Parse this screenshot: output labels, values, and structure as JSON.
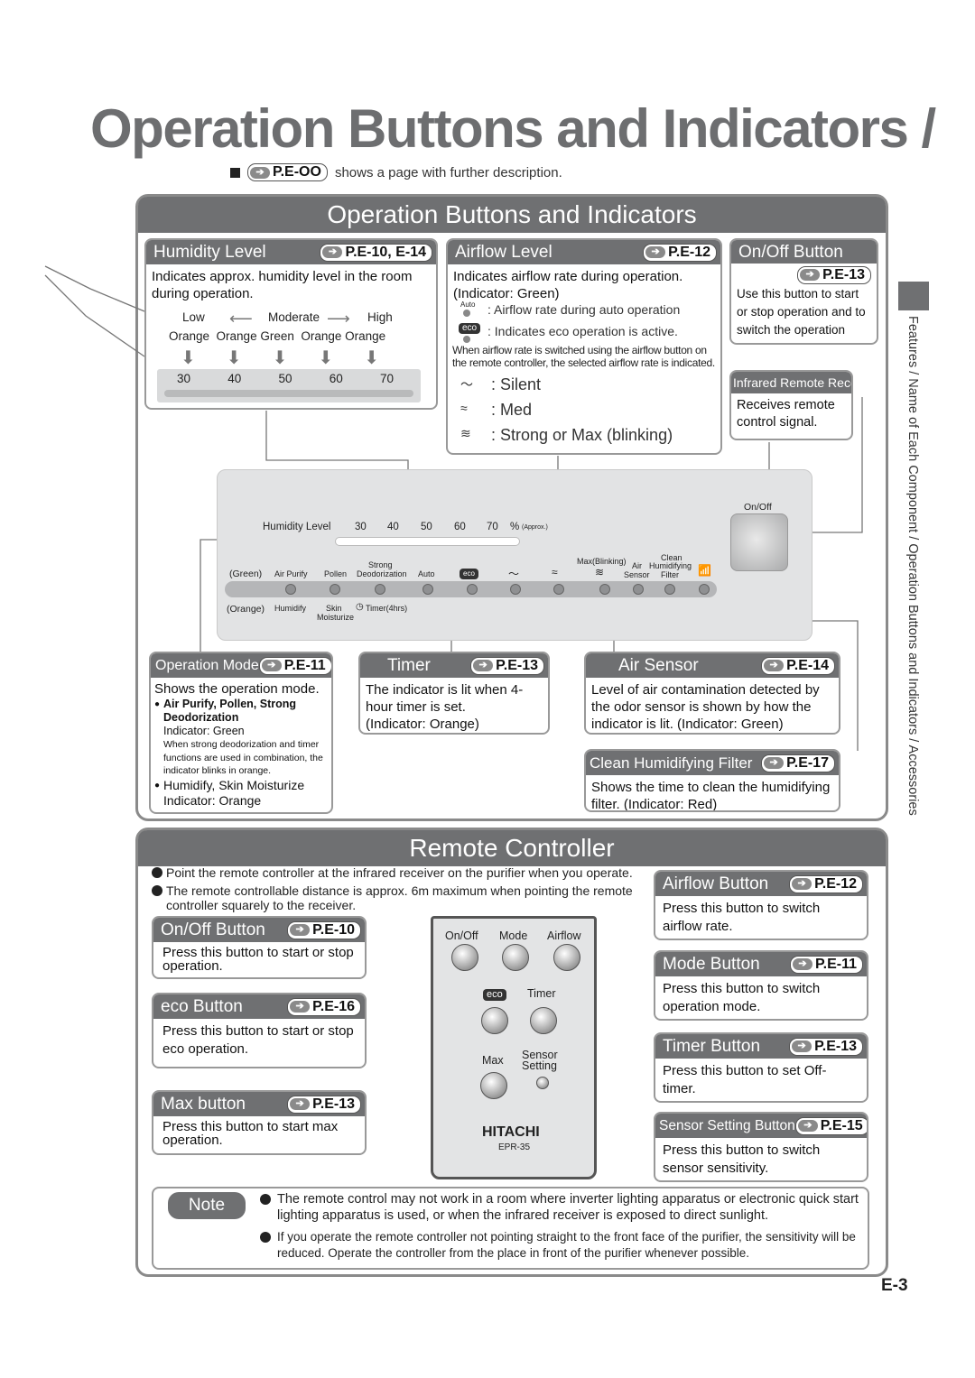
{
  "title": "Operation Buttons and Indicators /",
  "legend": {
    "ref": "P.E-OO",
    "text": "shows a page with further description."
  },
  "side_text": "Features / Name of Each Component / Operation Buttons and Indicators / Accessories",
  "section1": {
    "heading": "Operation Buttons and Indicators",
    "humidity": {
      "title": "Humidity Level",
      "ref": "P.E-10, E-14",
      "desc": "Indicates approx. humidity level in the room during operation.",
      "low": "Low",
      "moderate": "Moderate",
      "high": "High",
      "colors": [
        "Orange",
        "Orange Green",
        "Orange Orange"
      ],
      "scale": [
        "30",
        "40",
        "50",
        "60",
        "70"
      ]
    },
    "airflow": {
      "title": "Airflow Level",
      "ref": "P.E-12",
      "desc": "Indicates airflow rate during operation. (Indicator: Green)",
      "auto_tag": "Auto",
      "auto_text": ": Airflow rate during auto operation",
      "eco_tag": "eco",
      "eco_text": ": Indicates eco operation is active.",
      "note": "When airflow rate is switched using the airflow button on the remote controller, the selected airflow rate is indicated.",
      "silent": ": Silent",
      "med": ": Med",
      "strong": ": Strong or Max (blinking)"
    },
    "onoff": {
      "title": "On/Off Button",
      "ref": "P.E-13",
      "desc": "Use this button to start or stop operation and to switch the operation mode."
    },
    "receiver": {
      "title": "Infrared Remote Receiver",
      "desc": "Receives remote control signal."
    },
    "device": {
      "humidity_label": "Humidity Level",
      "scale": [
        "30",
        "40",
        "50",
        "60",
        "70"
      ],
      "unit": "%",
      "approx": "(Approx.)",
      "green": "(Green)",
      "air_purify": "Air Purify",
      "pollen": "Pollen",
      "strong": "Strong",
      "deodorization": "Deodorization",
      "auto": "Auto",
      "eco": "eco",
      "max_blinking": "Max(Blinking)",
      "air": "Air",
      "sensor": "Sensor",
      "clean": "Clean",
      "humidifying": "Humidifying",
      "filter": "Filter",
      "orange": "(Orange)",
      "humidify": "Humidify",
      "skin": "Skin",
      "moisturize": "Moisturize",
      "timer": "Timer(4hrs)",
      "onoff": "On/Off"
    },
    "mode": {
      "title": "Operation Mode",
      "ref": "P.E-11",
      "desc": "Shows the operation mode.",
      "g1": "Air Purify, Pollen, Strong Deodorization",
      "g1_ind": "Indicator: Green",
      "g1_note": "When strong deodorization and timer functions are used in combination, the indicator blinks in orange.",
      "g2": "Humidify, Skin Moisturize",
      "g2_ind": "Indicator: Orange"
    },
    "timer": {
      "title": "Timer",
      "ref": "P.E-13",
      "desc": "The indicator is lit when 4-hour timer is set.",
      "ind": "(Indicator: Orange)"
    },
    "sensor": {
      "title": "Air Sensor",
      "ref": "P.E-14",
      "desc": "Level of air contamination detected by the odor sensor is shown by how the indicator is lit. (Indicator: Green)"
    },
    "filter": {
      "title": "Clean Humidifying Filter",
      "ref": "P.E-17",
      "desc": "Shows the time to clean the humidifying filter. (Indicator: Red)"
    }
  },
  "section2": {
    "heading": "Remote Controller",
    "bullet1": "Point the remote controller at the infrared receiver on the purifier when you operate.",
    "bullet2": "The remote controllable distance is approx. 6m maximum when pointing the remote controller squarely to the receiver.",
    "onoff": {
      "title": "On/Off Button",
      "ref": "P.E-10",
      "desc": "Press this button to start or stop operation."
    },
    "eco": {
      "title": "eco Button",
      "ref": "P.E-16",
      "desc": "Press this button to start or stop eco operation."
    },
    "max": {
      "title": "Max button",
      "ref": "P.E-13",
      "desc": "Press this button to start max operation."
    },
    "airflow": {
      "title": "Airflow Button",
      "ref": "P.E-12",
      "desc": "Press this button to switch airflow rate."
    },
    "mode": {
      "title": "Mode Button",
      "ref": "P.E-11",
      "desc": "Press this button to switch operation mode."
    },
    "timer": {
      "title": "Timer Button",
      "ref": "P.E-13",
      "desc": "Press this button to set Off-timer."
    },
    "sensor": {
      "title": "Sensor Setting Button",
      "ref": "P.E-15",
      "desc": "Press this button to switch sensor sensitivity."
    },
    "remote": {
      "onoff": "On/Off",
      "mode": "Mode",
      "airflow": "Airflow",
      "eco": "eco",
      "timer": "Timer",
      "max": "Max",
      "sensor": "Sensor",
      "setting": "Setting",
      "brand": "HITACHI",
      "model": "EPR-35"
    },
    "note_label": "Note",
    "note1": "The remote control may not work in a room where inverter lighting apparatus or electronic quick start lighting apparatus is used, or when the infrared receiver is exposed to direct sunlight.",
    "note2": "If you operate the remote controller not pointing straight to the front face of the purifier, the sensitivity will be reduced. Operate the controller from the place in front of the purifier whenever possible."
  },
  "page_number": "E-3"
}
